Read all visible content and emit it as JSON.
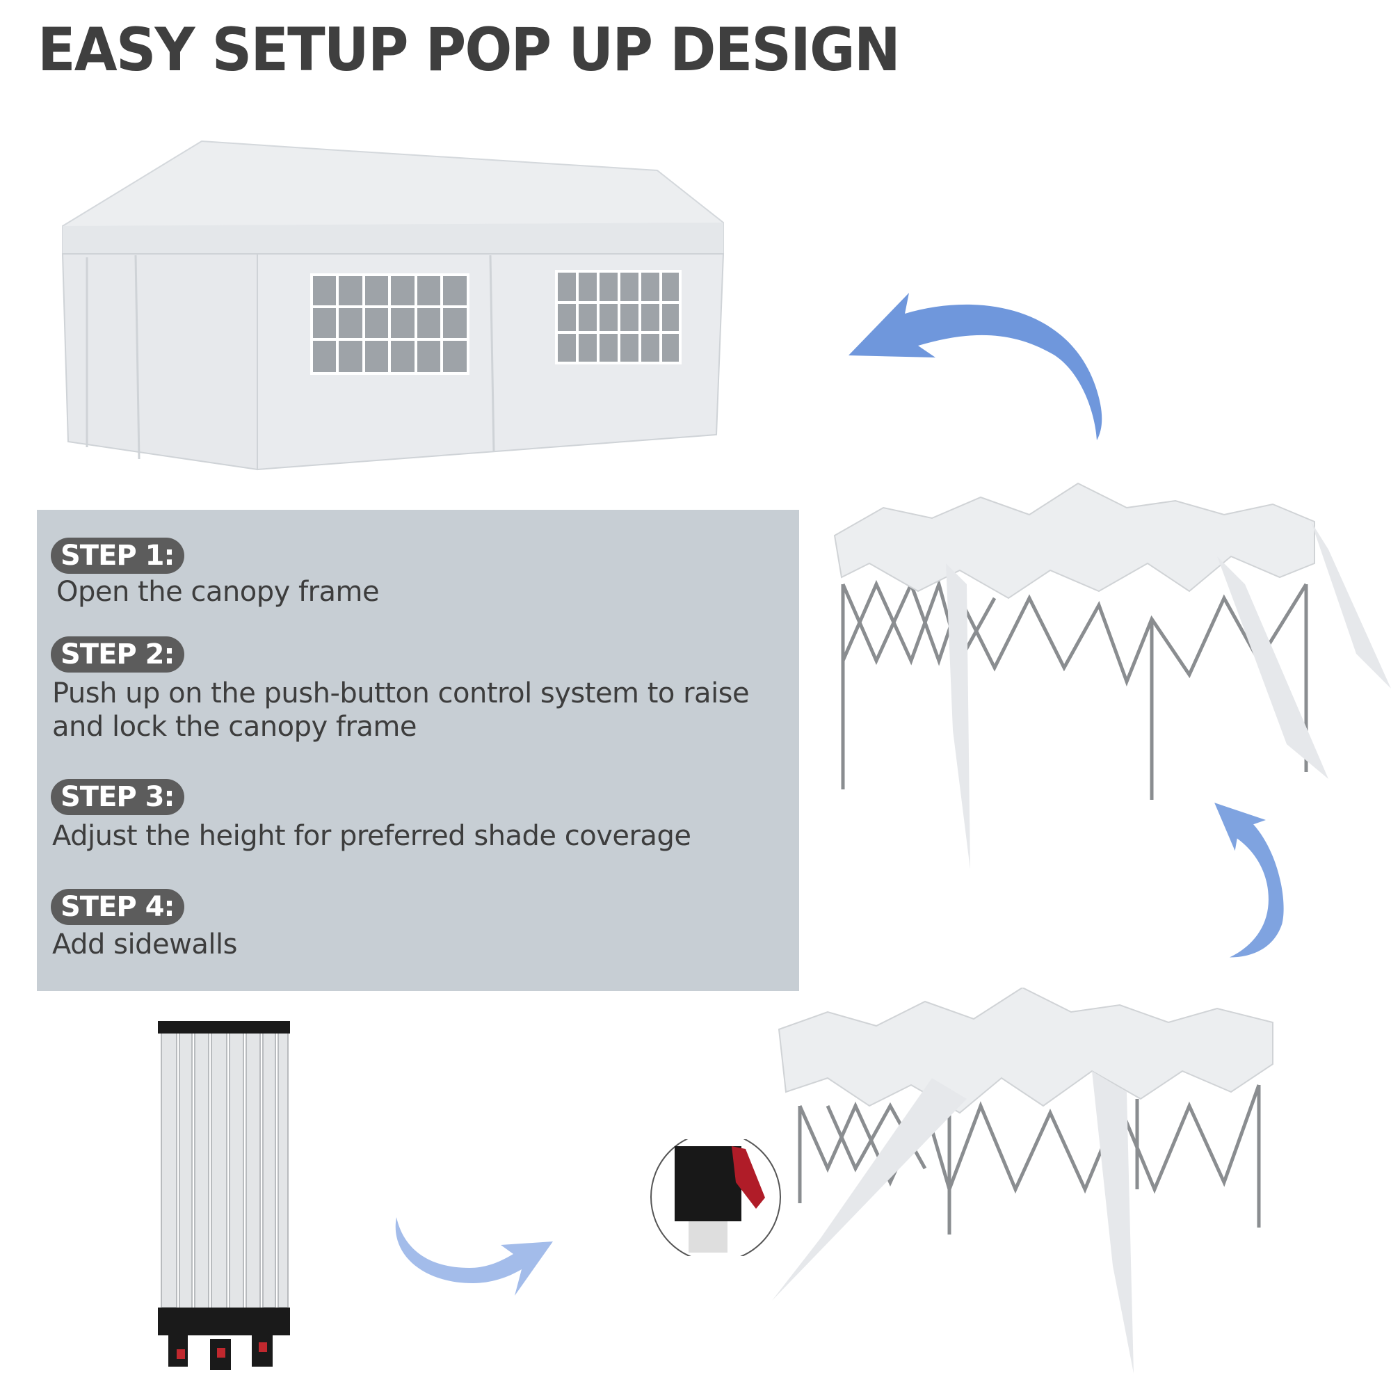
{
  "title": "EASY SETUP POP UP DESIGN",
  "steps": [
    {
      "label": "STEP 1:",
      "text": "Open the canopy frame"
    },
    {
      "label": "STEP 2:",
      "text": "Push up on the push-button control system to raise and lock the canopy frame"
    },
    {
      "label": "STEP 3:",
      "text": "Adjust the height for preferred shade coverage"
    },
    {
      "label": "STEP 4:",
      "text": "Add sidewalls"
    }
  ],
  "images": {
    "assembled_tent": "white canopy tent with sidewalls and arched windows",
    "raised_frame": "canopy frame raised with fabric draped",
    "partially_open_frame": "canopy frame partially opened",
    "folded_frame": "folded canopy frame",
    "push_button_detail": "push-button lock close-up"
  },
  "colors": {
    "title": "#3f3f3f",
    "panel_bg": "#c7ced4",
    "badge_bg": "#5c5c5c",
    "arrow": "#6f97dc",
    "button_red": "#b01c28"
  }
}
